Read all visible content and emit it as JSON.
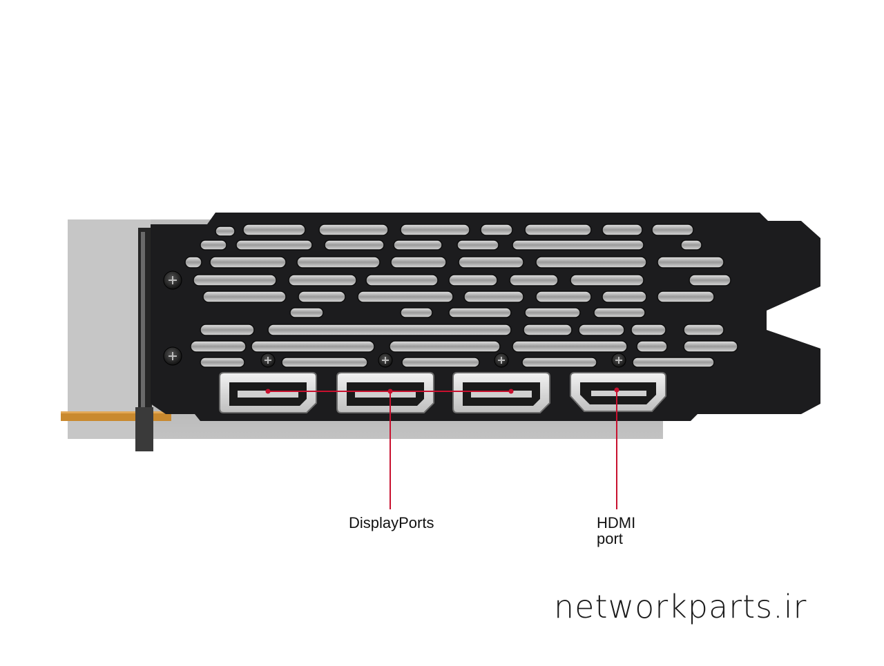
{
  "product": {
    "name": "graphics-card-io-bracket",
    "bracket_color": "#1c1c1e",
    "shroud_color": "#b3b3b3",
    "pcb_edge_color": "#c9892e"
  },
  "ports": [
    {
      "type": "DisplayPort",
      "icon": "displayport-connector"
    },
    {
      "type": "DisplayPort",
      "icon": "displayport-connector"
    },
    {
      "type": "DisplayPort",
      "icon": "displayport-connector"
    },
    {
      "type": "HDMI",
      "icon": "hdmi-connector"
    }
  ],
  "callouts": {
    "displayports_label": "DisplayPorts",
    "hdmi_label_line1": "HDMI",
    "hdmi_label_line2": "port",
    "leader_color": "#c8102e"
  },
  "watermark": {
    "text": "networkparts.ir"
  }
}
